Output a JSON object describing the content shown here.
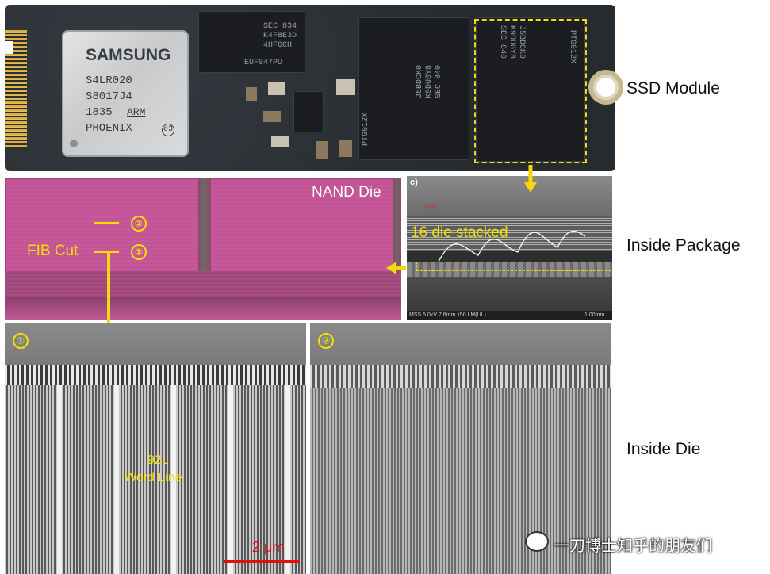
{
  "labels": {
    "ssd_module": "SSD Module",
    "inside_package": "Inside Package",
    "inside_die": "Inside Die"
  },
  "controller_chip": {
    "brand": "SAMSUNG",
    "lines": [
      "S4LR020",
      "S8017J4",
      "1835",
      "PHOENIX"
    ],
    "arm": "ARM",
    "e3": "e3"
  },
  "dram_chip": {
    "lines": [
      "SEC 834",
      "K4F8E3D",
      "4HFGCH",
      "EUF047PU"
    ]
  },
  "nand_chip_1": {
    "lines": [
      "SEC 840",
      "K9DUGY8",
      "J5BDCK0",
      "PTG012X"
    ]
  },
  "nand_chip_2": {
    "lines": [
      "SEC 840",
      "K9DUGY8",
      "J5BDCK0",
      "PTG012X"
    ]
  },
  "nand_panel": {
    "title": "NAND Die",
    "fib_cut": "FIB Cut",
    "marker1": "①",
    "marker2": "②"
  },
  "package_panel": {
    "corner_label": "c)",
    "die_count_label": "#16",
    "stacked_label": "16 die stacked",
    "footer": "MSS 5.0kV 7.6mm x50 LM(UL)",
    "scale": "1.00mm"
  },
  "sem_panel_1": {
    "marker": "①",
    "word_line_count": "92L",
    "word_line_label": "Word Line",
    "scale_bar": "2 μm"
  },
  "sem_panel_2": {
    "marker": "②"
  },
  "watermark": "一刀博士知乎的朋友们",
  "colors": {
    "annotation_yellow": "#f5e000",
    "scale_red": "#e01010",
    "nand_pink": "#c85a9c"
  }
}
